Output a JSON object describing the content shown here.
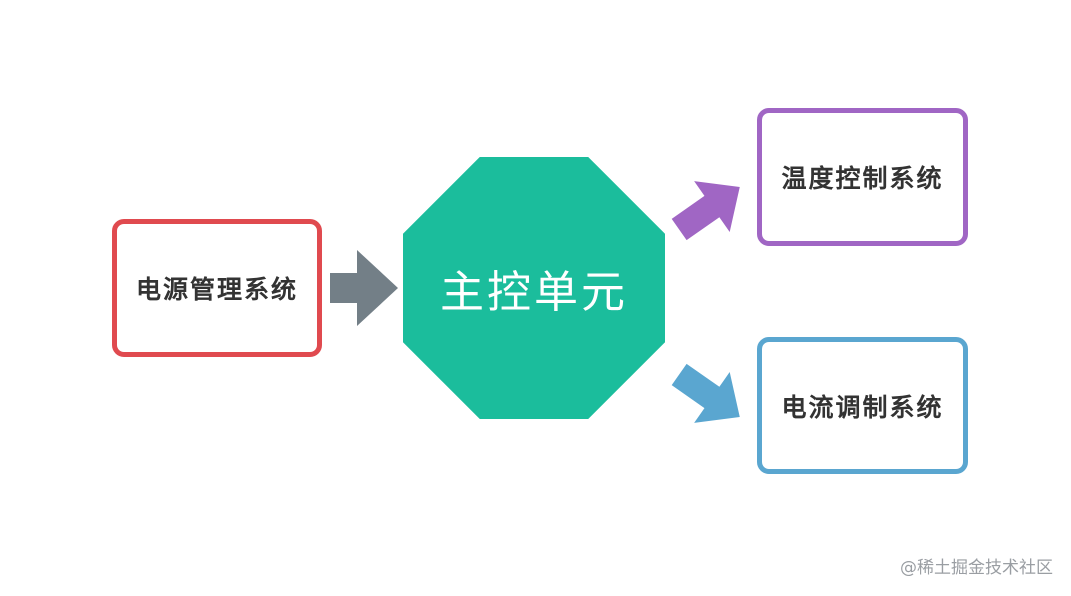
{
  "diagram": {
    "center": {
      "label": "主控单元",
      "color": "#1bbd9c"
    },
    "nodes": [
      {
        "id": "power",
        "label": "电源管理系统",
        "color": "#e04a4f"
      },
      {
        "id": "temp",
        "label": "温度控制系统",
        "color": "#a066c4"
      },
      {
        "id": "current",
        "label": "电流调制系统",
        "color": "#5aa6d0"
      }
    ],
    "arrows": [
      {
        "from": "power",
        "to": "center",
        "color": "#737f87"
      },
      {
        "from": "center",
        "to": "temp",
        "color": "#a066c4"
      },
      {
        "from": "center",
        "to": "current",
        "color": "#5aa6d0"
      }
    ]
  },
  "watermark": "@稀土掘金技术社区"
}
